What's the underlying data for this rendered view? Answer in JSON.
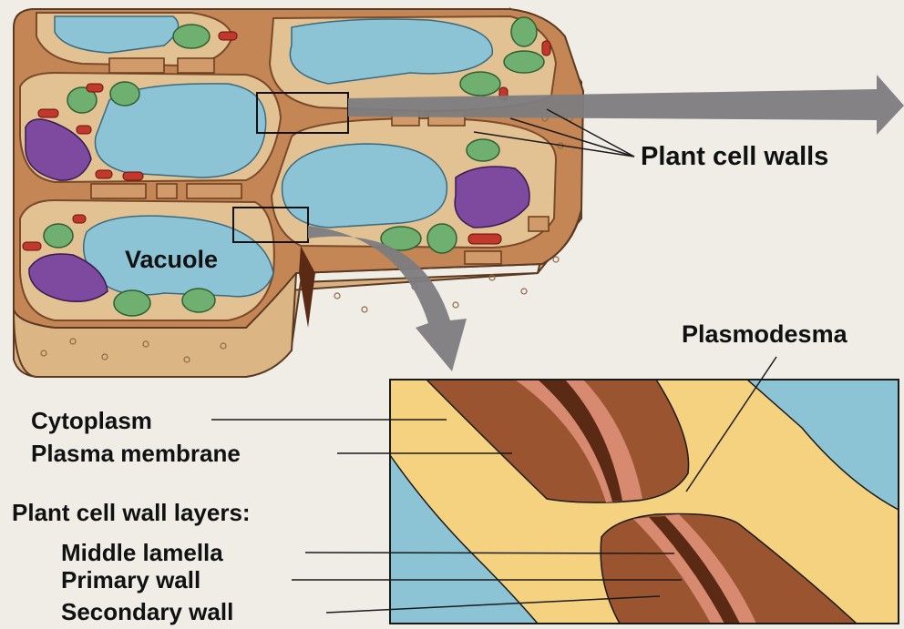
{
  "labels": {
    "vacuole": "Vacuole",
    "plant_cell_walls": "Plant cell walls",
    "plasmodesma": "Plasmodesma",
    "cytoplasm": "Cytoplasm",
    "plasma_membrane": "Plasma membrane",
    "wall_layers_heading": "Plant cell wall layers:",
    "middle_lamella": "Middle lamella",
    "primary_wall": "Primary wall",
    "secondary_wall": "Secondary wall"
  },
  "colors": {
    "background": "#f0ede6",
    "vacuole": "#8cc4d6",
    "cell_wall": "#b5774a",
    "cytoplasm": "#e2c193",
    "middle_lamella": "#5a2a14",
    "primary_wall": "#d88a70",
    "secondary_wall": "#9a5530",
    "chloroplast": "#6fb071",
    "nucleus": "#7d4aa0",
    "mitochondrion": "#c0392b",
    "inset_cytoplasm": "#f5d27f",
    "arrow": "#7d7c80"
  }
}
